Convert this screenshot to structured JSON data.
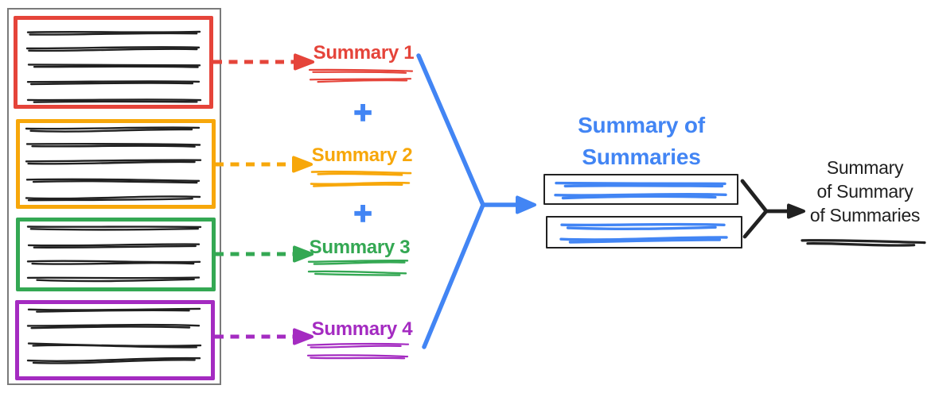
{
  "palette": {
    "red": "#e5443a",
    "yellow": "#f7a70a",
    "green": "#34a853",
    "purple": "#a42bc1",
    "blue": "#4285f4",
    "ink": "#212121",
    "frame_gray": "#7a7a7a"
  },
  "documents_panel": {
    "sections": [
      {
        "name": "document-1",
        "color": "red",
        "text_lines": 5
      },
      {
        "name": "document-2",
        "color": "yellow",
        "text_lines": 5
      },
      {
        "name": "document-3",
        "color": "green",
        "text_lines": 4
      },
      {
        "name": "document-4",
        "color": "purple",
        "text_lines": 4
      }
    ]
  },
  "summaries": [
    {
      "label": "Summary 1",
      "color": "red"
    },
    {
      "label": "Summary 2",
      "color": "yellow"
    },
    {
      "label": "Summary 3",
      "color": "green"
    },
    {
      "label": "Summary 4",
      "color": "purple"
    }
  ],
  "plus_sign": "+",
  "merged_summary": {
    "title_line1": "Summary of",
    "title_line2": "Summaries",
    "boxes": 2
  },
  "final_summary": {
    "line1": "Summary",
    "line2": "of Summary",
    "line3": "of Summaries"
  }
}
